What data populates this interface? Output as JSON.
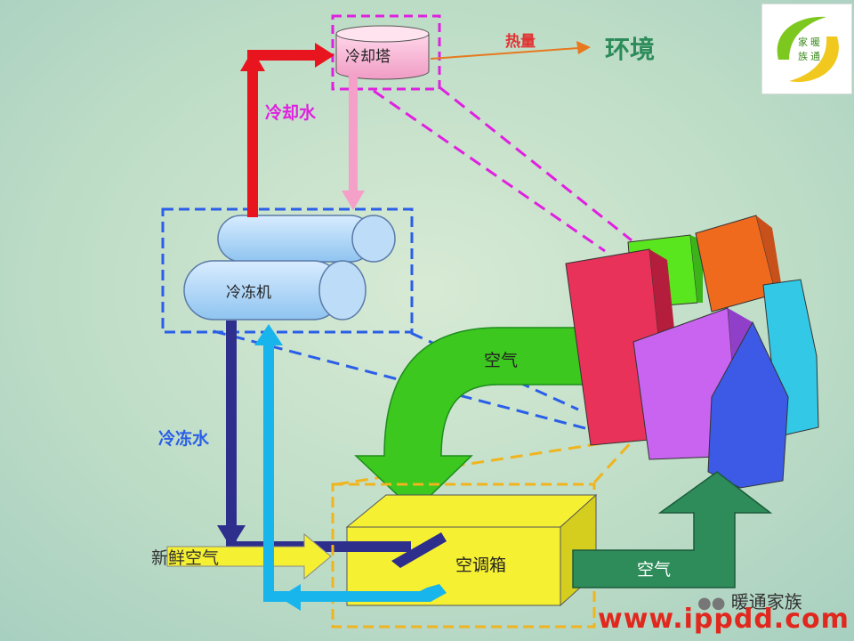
{
  "labels": {
    "cooling_tower": "冷却塔",
    "heat": "热量",
    "environment": "环境",
    "cooling_water": "冷却水",
    "chiller": "冷冻机",
    "chilled_water": "冷冻水",
    "air_return": "空气",
    "fresh_air": "新鲜空气",
    "ahu": "空调箱",
    "air_supply": "空气"
  },
  "logo": {
    "line1": "暖",
    "line2": "通",
    "line3": "家",
    "line4": "族"
  },
  "watermark": {
    "name": "暖通家族",
    "url": "www.ippdd.com"
  },
  "colors": {
    "cooling_water_supply": "#e8141e",
    "cooling_water_return": "#f4a0c8",
    "chilled_water_supply": "#2e2e8c",
    "chilled_water_return": "#18b4ec",
    "return_air": "#3cc81e",
    "supply_air": "#2e8c5a",
    "fresh_air": "#f5f032",
    "tower_outline": "#e020e0",
    "chiller_outline": "#2a5ee8",
    "ahu_outline": "#f0b41e"
  }
}
